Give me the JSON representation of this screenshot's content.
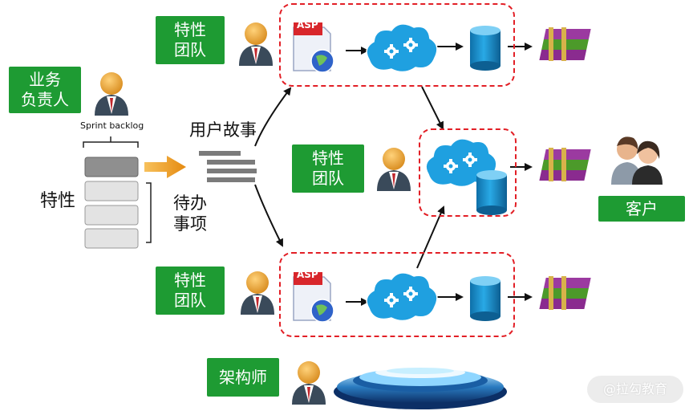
{
  "left": {
    "business_owner": [
      "业务",
      "负责人"
    ],
    "features_label": "特性",
    "sprint_backlog_label": "Sprint backlog",
    "pending_label": [
      "待办",
      "事项"
    ],
    "user_story_label": "用户故事"
  },
  "teams": {
    "top": [
      "特性",
      "团队"
    ],
    "middle": [
      "特性",
      "团队"
    ],
    "bottom": [
      "特性",
      "团队"
    ]
  },
  "architect_label": "架构师",
  "customer_label": "客户",
  "asp_badge": "ASP",
  "watermark": "@拉勾教育",
  "colors": {
    "green": "#1e9b33",
    "red_dash": "#e21f26",
    "arrow_orange": "#f0a020",
    "cloud_blue": "#1fa0e0",
    "cylinder_blue": "#1f8ec9"
  }
}
